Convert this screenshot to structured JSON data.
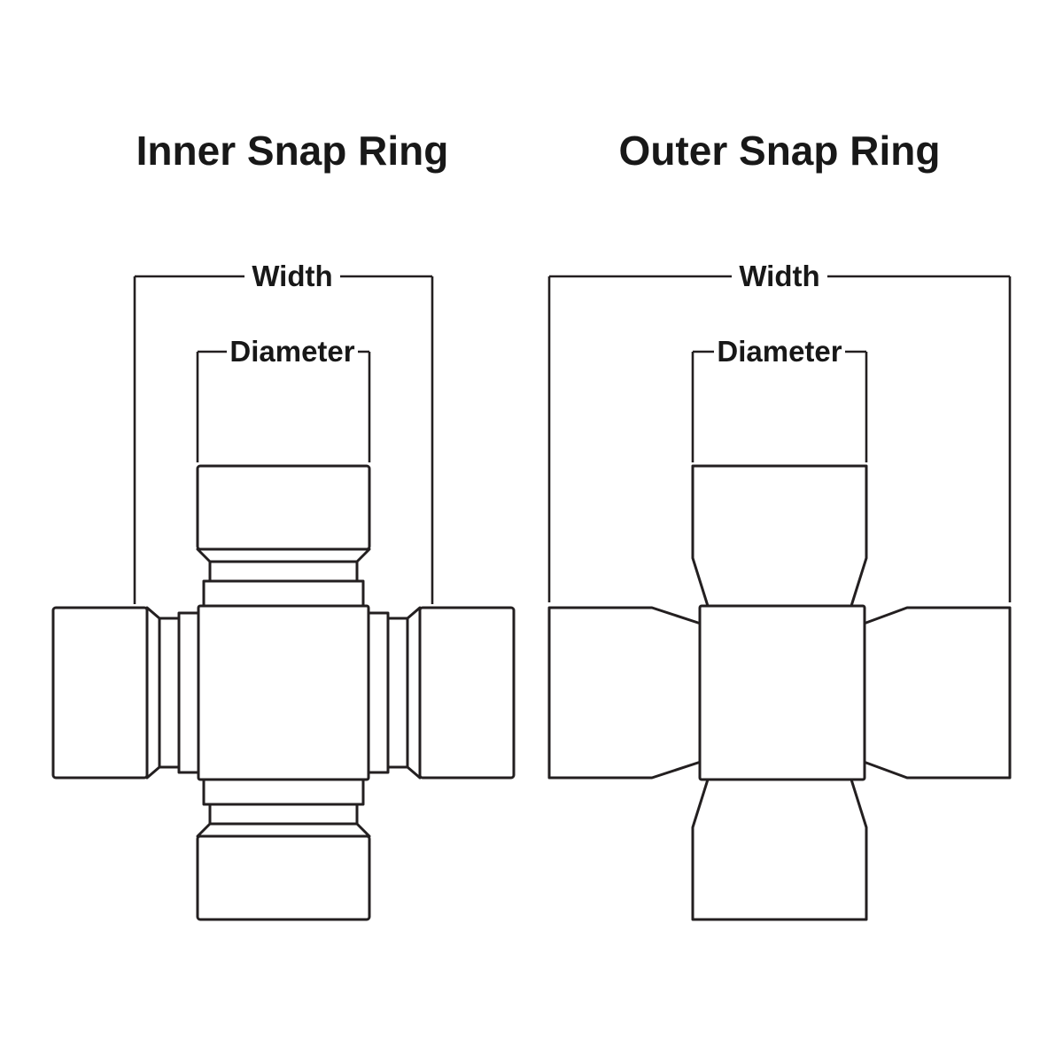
{
  "canvas": {
    "background": "#ffffff",
    "line_color": "#231f20",
    "text_color": "#181818"
  },
  "inner": {
    "title": "Inner Snap Ring",
    "width_label": "Width",
    "diameter_label": "Diameter"
  },
  "outer": {
    "title": "Outer Snap Ring",
    "width_label": "Width",
    "diameter_label": "Diameter"
  }
}
